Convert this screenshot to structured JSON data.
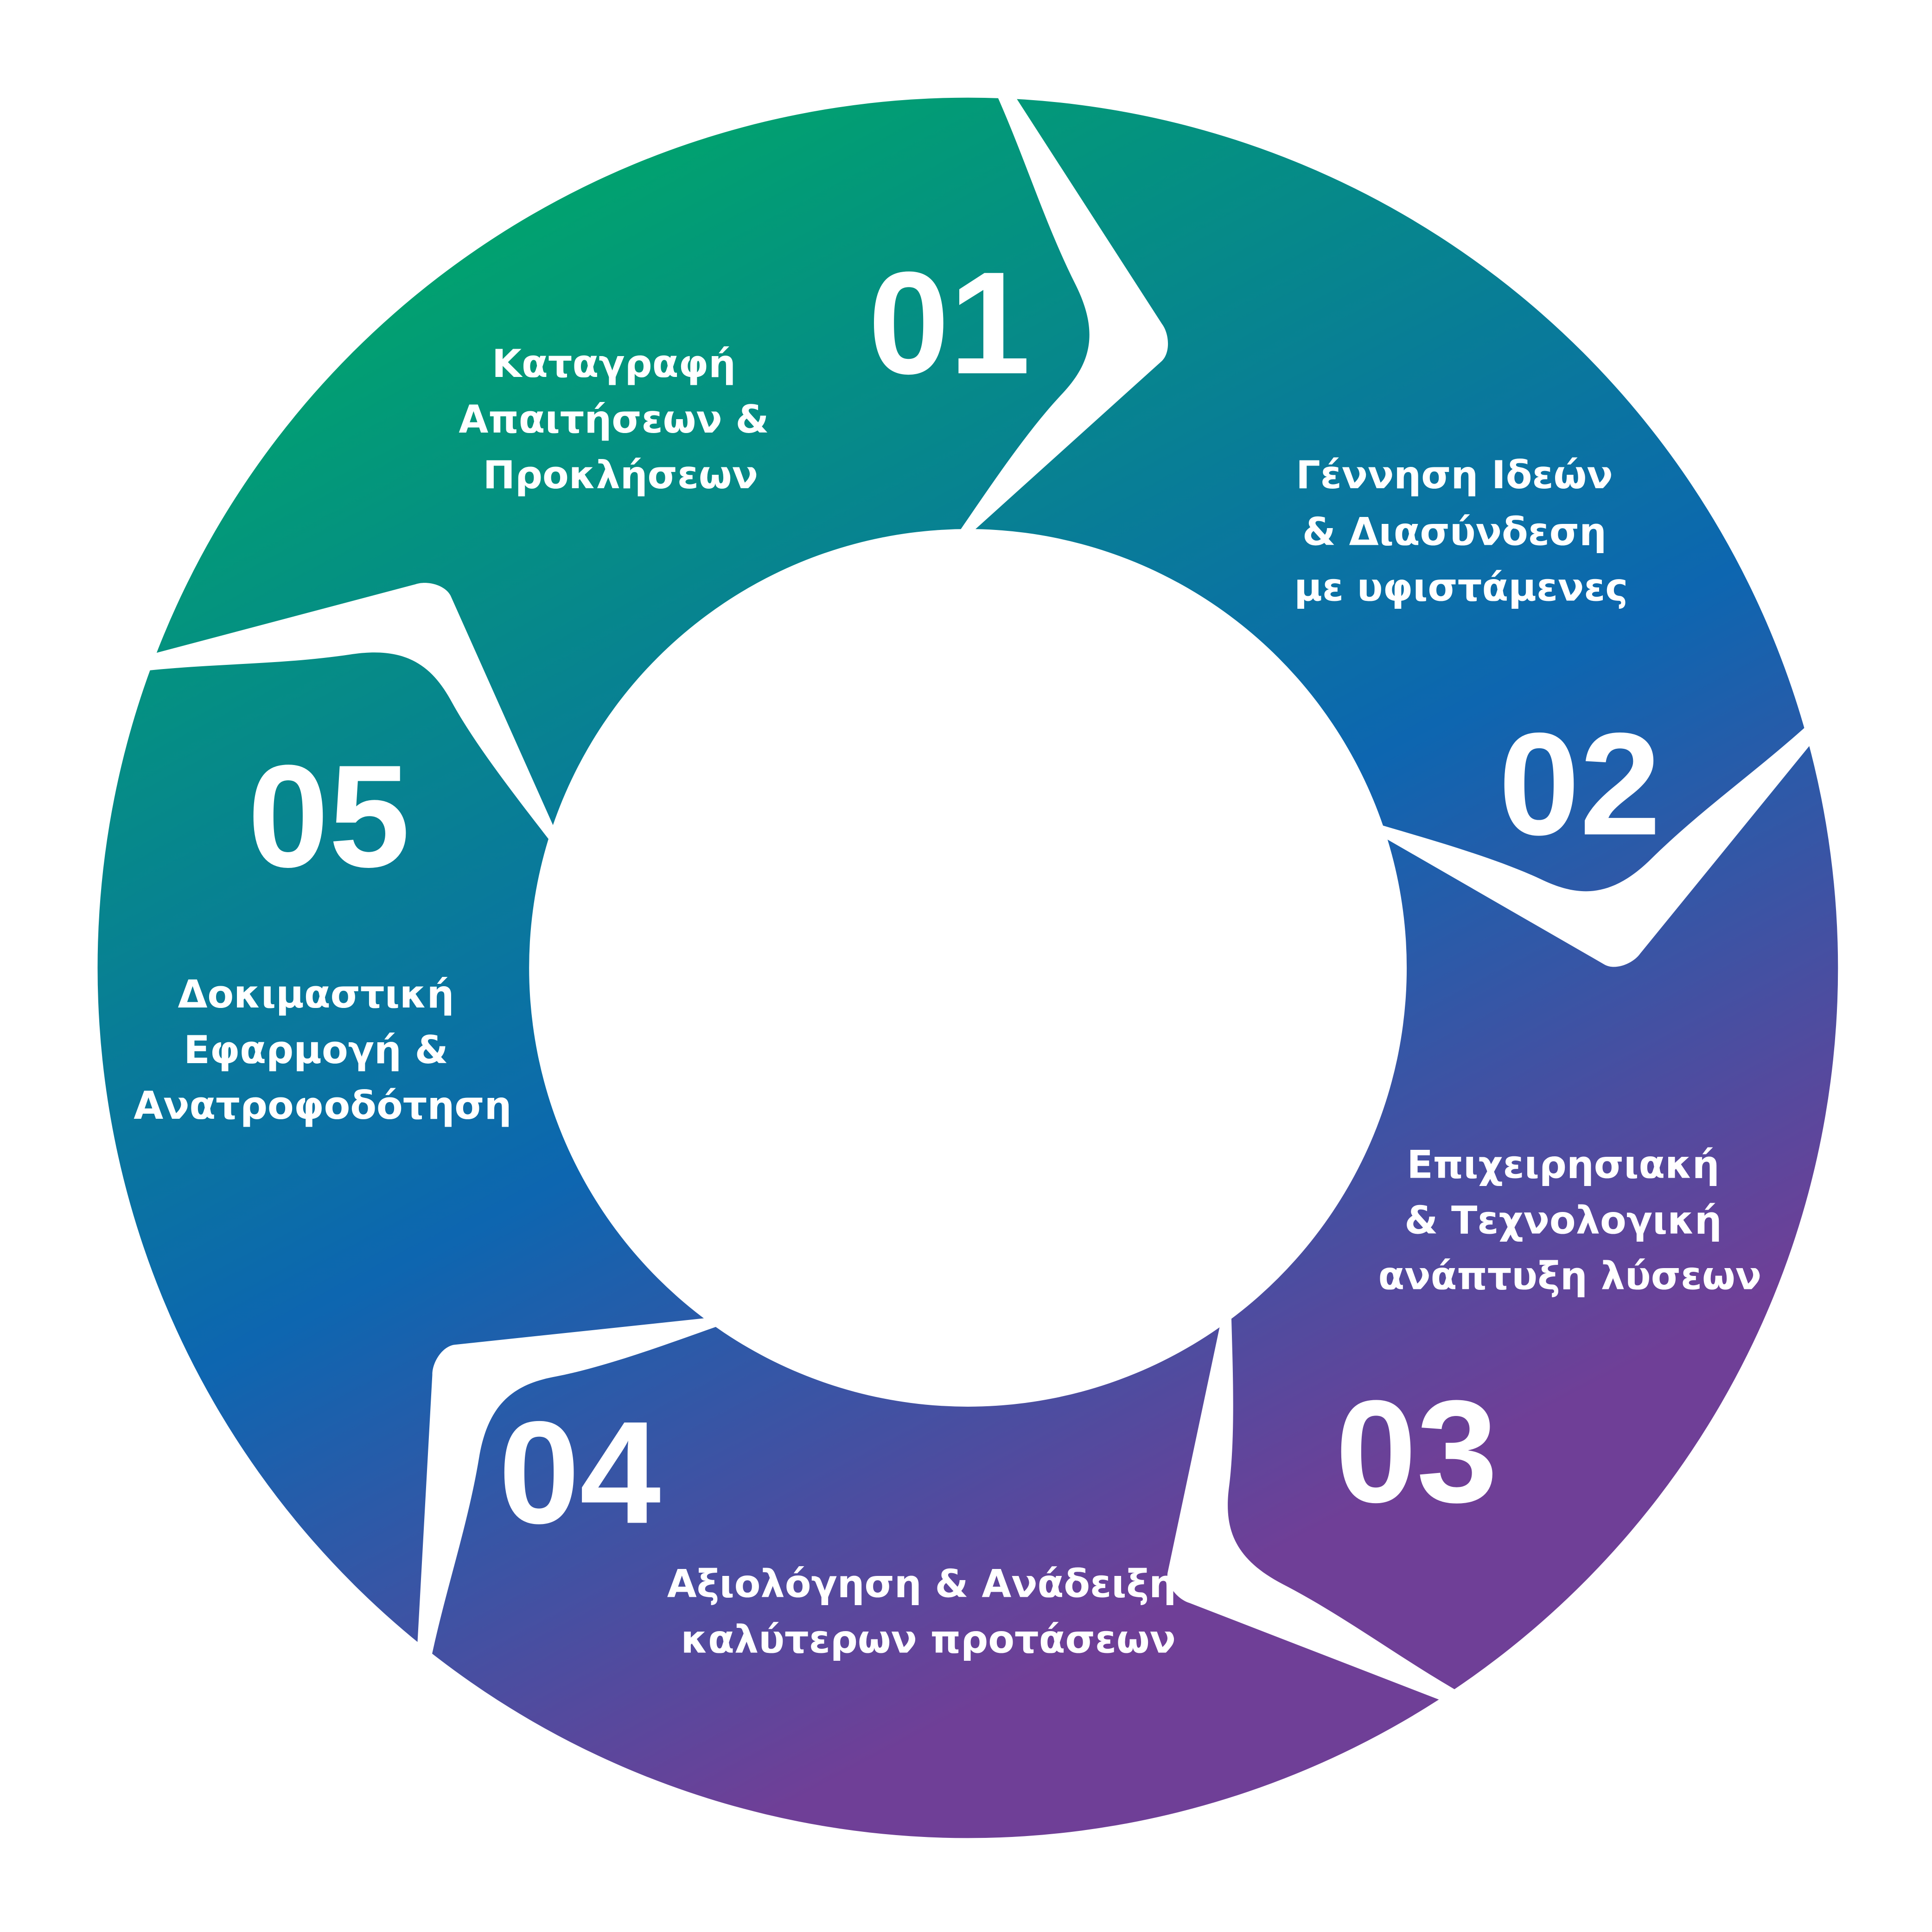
{
  "colors": {
    "green": "#00a66a",
    "blue": "#0d66b0",
    "purple": "#6f3f97",
    "background": "#ffffff"
  },
  "steps": [
    {
      "number": "01",
      "lines": [
        "Καταγραφή",
        "Απαιτήσεων &",
        "Προκλήσεων"
      ]
    },
    {
      "number": "02",
      "lines": [
        "Γέννηση Ιδεών",
        "& Διασύνδεση",
        "με υφιστάμενες"
      ]
    },
    {
      "number": "03",
      "lines": [
        "Επιχειρησιακή",
        "& Τεχνολογική",
        "ανάπτυξη λύσεων"
      ]
    },
    {
      "number": "04",
      "lines": [
        "Αξιολόγηση & Ανάδειξη",
        "καλύτερων προτάσεων"
      ]
    },
    {
      "number": "05",
      "lines": [
        "Δοκιμαστική",
        "Εφαρμογή &",
        "Ανατροφοδότηση"
      ]
    }
  ]
}
